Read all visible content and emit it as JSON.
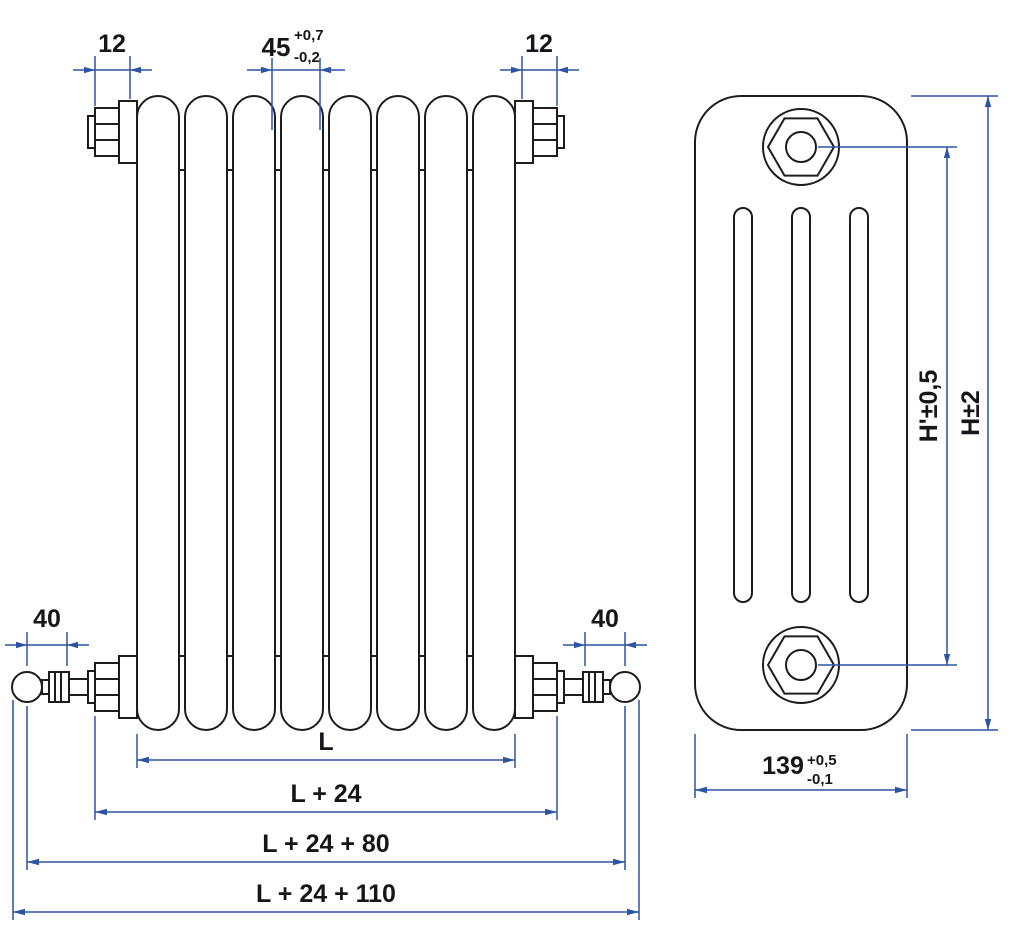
{
  "drawing": {
    "type": "radiator-technical-drawing",
    "views": [
      "front",
      "side"
    ]
  },
  "colors": {
    "outline": "#1d1d1b",
    "dimension_line": "#2d53a5",
    "text": "#16161a",
    "background": "#ffffff"
  },
  "front_view": {
    "dim_plug_left": "12",
    "dim_plug_right": "12",
    "dim_column_pitch": {
      "value": "45",
      "tol_plus": "+0,7",
      "tol_minus": "-0,2"
    },
    "dim_valve_left": "40",
    "dim_valve_right": "40",
    "dim_chain": {
      "length": "L",
      "length_plus_24": "L + 24",
      "length_plus_24_80": "L + 24 + 80",
      "length_plus_24_110": "L + 24 + 110"
    }
  },
  "side_view": {
    "dim_height_axis": "H'±0,5",
    "dim_height_overall": "H±2",
    "dim_width": {
      "value": "139",
      "tol_plus": "+0,5",
      "tol_minus": "-0,1"
    }
  }
}
